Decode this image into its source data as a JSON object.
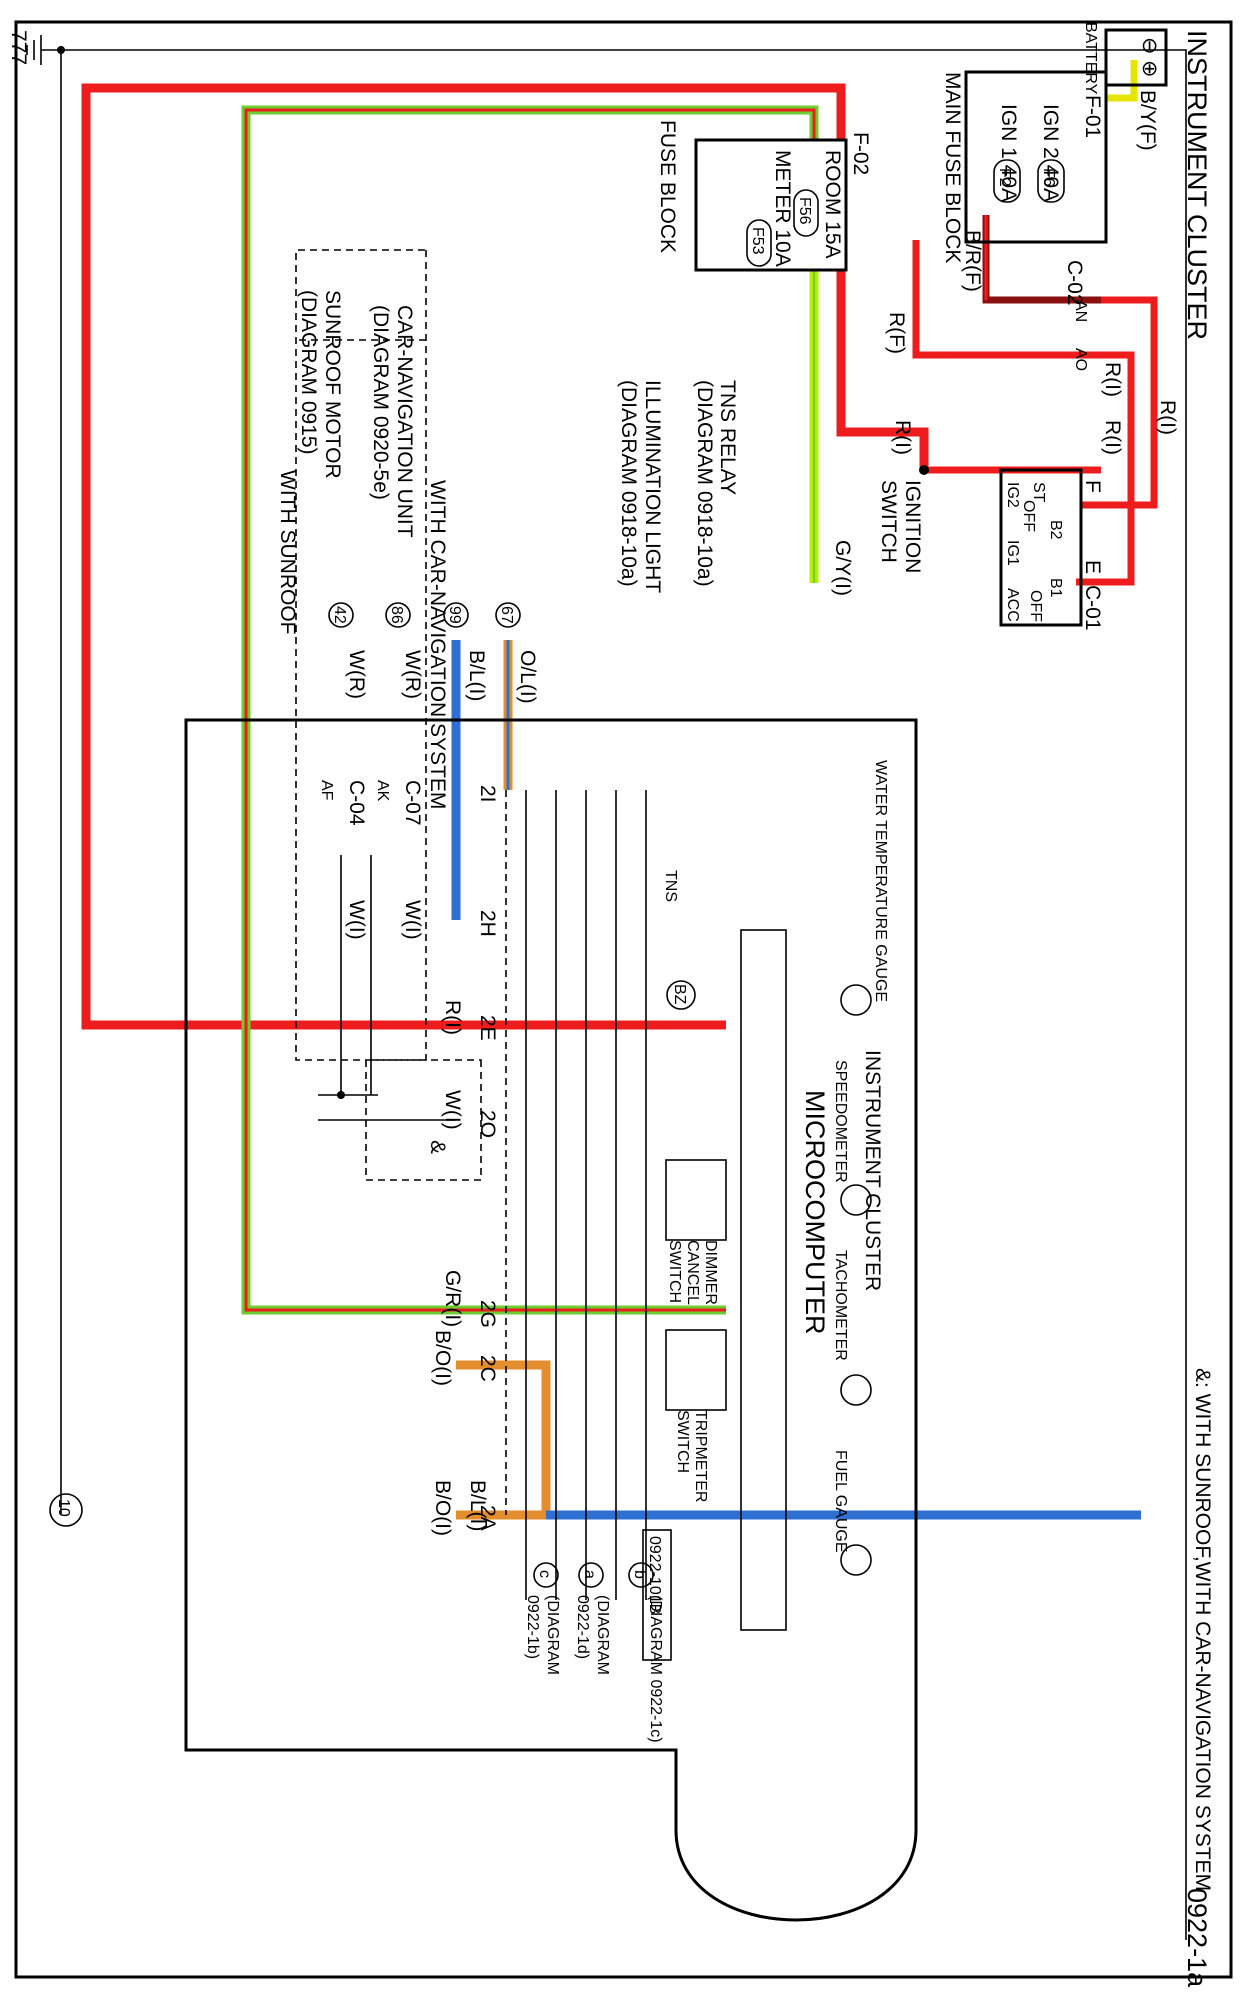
{
  "header": {
    "title": "INSTRUMENT CLUSTER",
    "page_code": "0922-1a",
    "note": "&: WITH SUNROOF,WITH CAR-NAVIGATION SYSTEM",
    "ref_code": "0922-101B"
  },
  "power": {
    "battery": "BATTERY",
    "battery_neg": "⊖",
    "battery_pos": "⊕",
    "main_fuse_block": "MAIN FUSE BLOCK",
    "main_fuse_conn": "F-01",
    "fuse_f6": "F6",
    "fuse_f6_label": "IGN 2 40A",
    "fuse_f2": "F2",
    "fuse_f2_label": "IGN 1 40A",
    "fuse_block": "FUSE BLOCK",
    "fuse_block_conn": "F-02",
    "fuse_f56": "F56",
    "fuse_f56_label": "ROOM 15A",
    "fuse_f53": "F53",
    "fuse_f53_label": "METER 10A"
  },
  "ignition": {
    "label_line1": "IGNITION",
    "label_line2": "SWITCH",
    "connector": "C-01",
    "pin_f": "F",
    "pin_e": "E",
    "conn_c02": "C-02",
    "pin_an": "AN",
    "pin_ao": "AO",
    "pos_st": "ST",
    "pos_ig2": "IG2",
    "pos_ig1": "IG1",
    "pos_acc": "ACC",
    "pos_off": "OFF",
    "pos_off2": "OFF",
    "pos_b1": "B1",
    "pos_b2": "B2"
  },
  "wires": {
    "by_f": "B/Y(F)",
    "br_f": "B/R(F)",
    "r_f": "R(F)",
    "r_i_1": "R(I)",
    "r_i_2": "R(I)",
    "r_i_3": "R(I)",
    "r_i_4": "R(I)",
    "r_i_5": "R(I)",
    "gy_i": "G/Y(I)",
    "gr_i": "G/R(I)",
    "ol_i": "O/L(I)",
    "bl_i": "B/L(I)",
    "wr_1": "W(R)",
    "wr_2": "W(R)",
    "wi_1": "W(I)",
    "wi_2": "W(I)",
    "wi_3": "W(I)",
    "bo_1": "B/O(I)",
    "bo_2": "B/O(I)",
    "bl_ground": "B/L(I)"
  },
  "links": {
    "tns_relay": "TNS RELAY",
    "tns_relay_ref": "(DIAGRAM 0918-10a)",
    "tns_badge": "67",
    "illum": "ILLUMINATION LIGHT",
    "illum_ref": "(DIAGRAM 0918-10a)",
    "illum_badge": "99",
    "with_nav": "WITH CAR-NAVIGATION SYSTEM",
    "nav_unit": "CAR-NAVIGATION UNIT",
    "nav_ref": "(DIAGRAM 0920-5e)",
    "nav_badge": "86",
    "conn_c07": "C-07",
    "pin_ak": "AK",
    "sunroof": "SUNROOF MOTOR",
    "sunroof_ref": "(DIAGRAM 0915)",
    "sunroof_badge": "42",
    "with_sunroof": "WITH SUNROOF",
    "conn_c04": "C-04",
    "pin_af": "AF",
    "ground_badge": "10",
    "ground_sym": "777"
  },
  "cluster": {
    "title": "INSTRUMENT CLUSTER",
    "micro": "MICROCOMPUTER",
    "gauge_water": "WATER TEMPERATURE GAUGE",
    "gauge_speed": "SPEEDOMETER",
    "gauge_tacho": "TACHOMETER",
    "gauge_fuel": "FUEL GAUGE",
    "dimmer_line1": "DIMMER",
    "dimmer_line2": "CANCEL",
    "dimmer_line3": "SWITCH",
    "tripmeter_line1": "TRIPMETER",
    "tripmeter_line2": "SWITCH",
    "tns": "TNS",
    "bz": "BZ",
    "pin_2i": "2I",
    "pin_2h": "2H",
    "pin_2e": "2E",
    "pin_2o": "2O",
    "pin_2g": "2G",
    "pin_2c": "2C",
    "pin_2a": "2A",
    "amp": "&",
    "out_b_badge": "b",
    "out_b_ref": "(DIAGRAM 0922-1c)",
    "out_a_badge": "a",
    "out_a_line1": "(DIAGRAM",
    "out_a_line2": "0922-1d)",
    "out_c_badge": "c",
    "out_c_line1": "(DIAGRAM",
    "out_c_line2": "0922-1b)"
  },
  "colors": {
    "red": "#ee1c1c",
    "dark_red": "#8a0f0f",
    "green_yellow": "#b7f000",
    "green": "#6ccc30",
    "orange": "#e38d2d",
    "blue": "#2e6fd2",
    "white_wire": "#ffffff"
  }
}
